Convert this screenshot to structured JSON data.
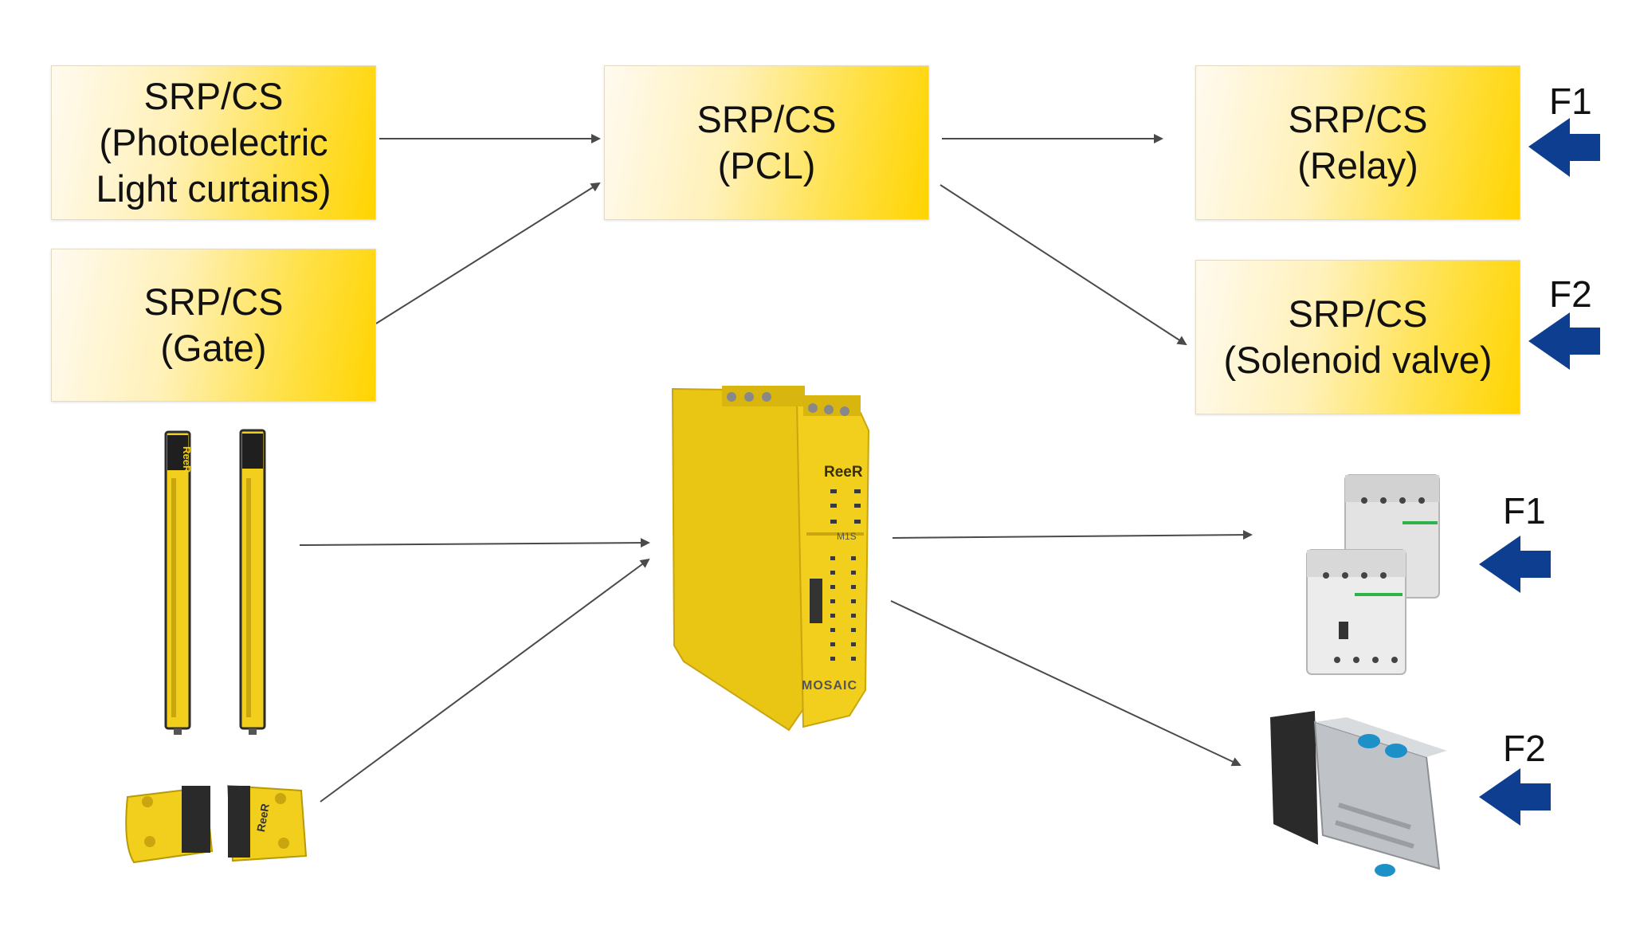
{
  "boxes": {
    "photoelectric": {
      "line1": "SRP/CS",
      "line2": "(Photoelectric",
      "line3": "Light curtains)"
    },
    "gate": {
      "line1": "SRP/CS",
      "line2": "(Gate)"
    },
    "pcl": {
      "line1": "SRP/CS",
      "line2": "(PCL)"
    },
    "relay": {
      "line1": "SRP/CS",
      "line2": "(Relay)"
    },
    "solenoid": {
      "line1": "SRP/CS",
      "line2": "(Solenoid valve)"
    }
  },
  "fault_labels": {
    "top_f1": "F1",
    "top_f2": "F2",
    "bottom_f1": "F1",
    "bottom_f2": "F2"
  },
  "devices": {
    "light_curtain_brand": "ReeR",
    "controller_brand": "ReeR",
    "controller_series": "MOSAIC",
    "controller_model": "M1S",
    "switch_brand": "ReeR"
  },
  "colors": {
    "box_gradient_end": "#ffd400",
    "device_yellow": "#f2cf1c",
    "arrow_blue": "#0d3e8f",
    "connector_gray": "#4a4a4a"
  }
}
